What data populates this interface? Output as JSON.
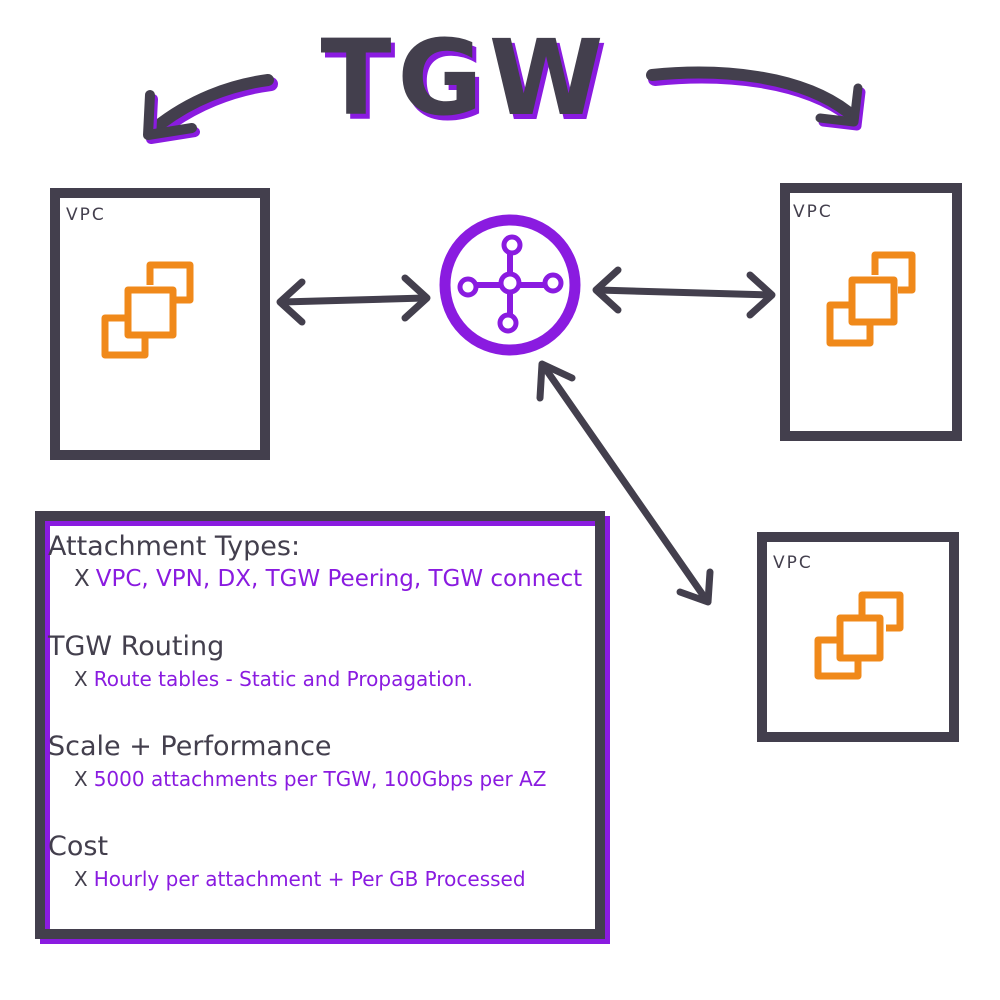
{
  "title": "TGW",
  "vpcs": [
    {
      "label": "VPC"
    },
    {
      "label": "VPC"
    },
    {
      "label": "VPC"
    }
  ],
  "hub_icon": "transit-gateway-icon",
  "vpc_icon": "instances-icon",
  "colors": {
    "ink": "#433f4d",
    "accent": "#8a1be0",
    "orange": "#f0891a"
  },
  "notes": {
    "sections": [
      {
        "heading": "Attachment Types:",
        "mark": "X",
        "item": "VPC, VPN, DX, TGW Peering, TGW connect"
      },
      {
        "heading": "TGW Routing",
        "mark": "X",
        "item": "Route tables - Static and Propagation."
      },
      {
        "heading": "Scale + Performance",
        "mark": "X",
        "item": "5000 attachments per TGW, 100Gbps per AZ"
      },
      {
        "heading": "Cost",
        "mark": "X",
        "item": "Hourly per attachment + Per GB Processed"
      }
    ]
  }
}
